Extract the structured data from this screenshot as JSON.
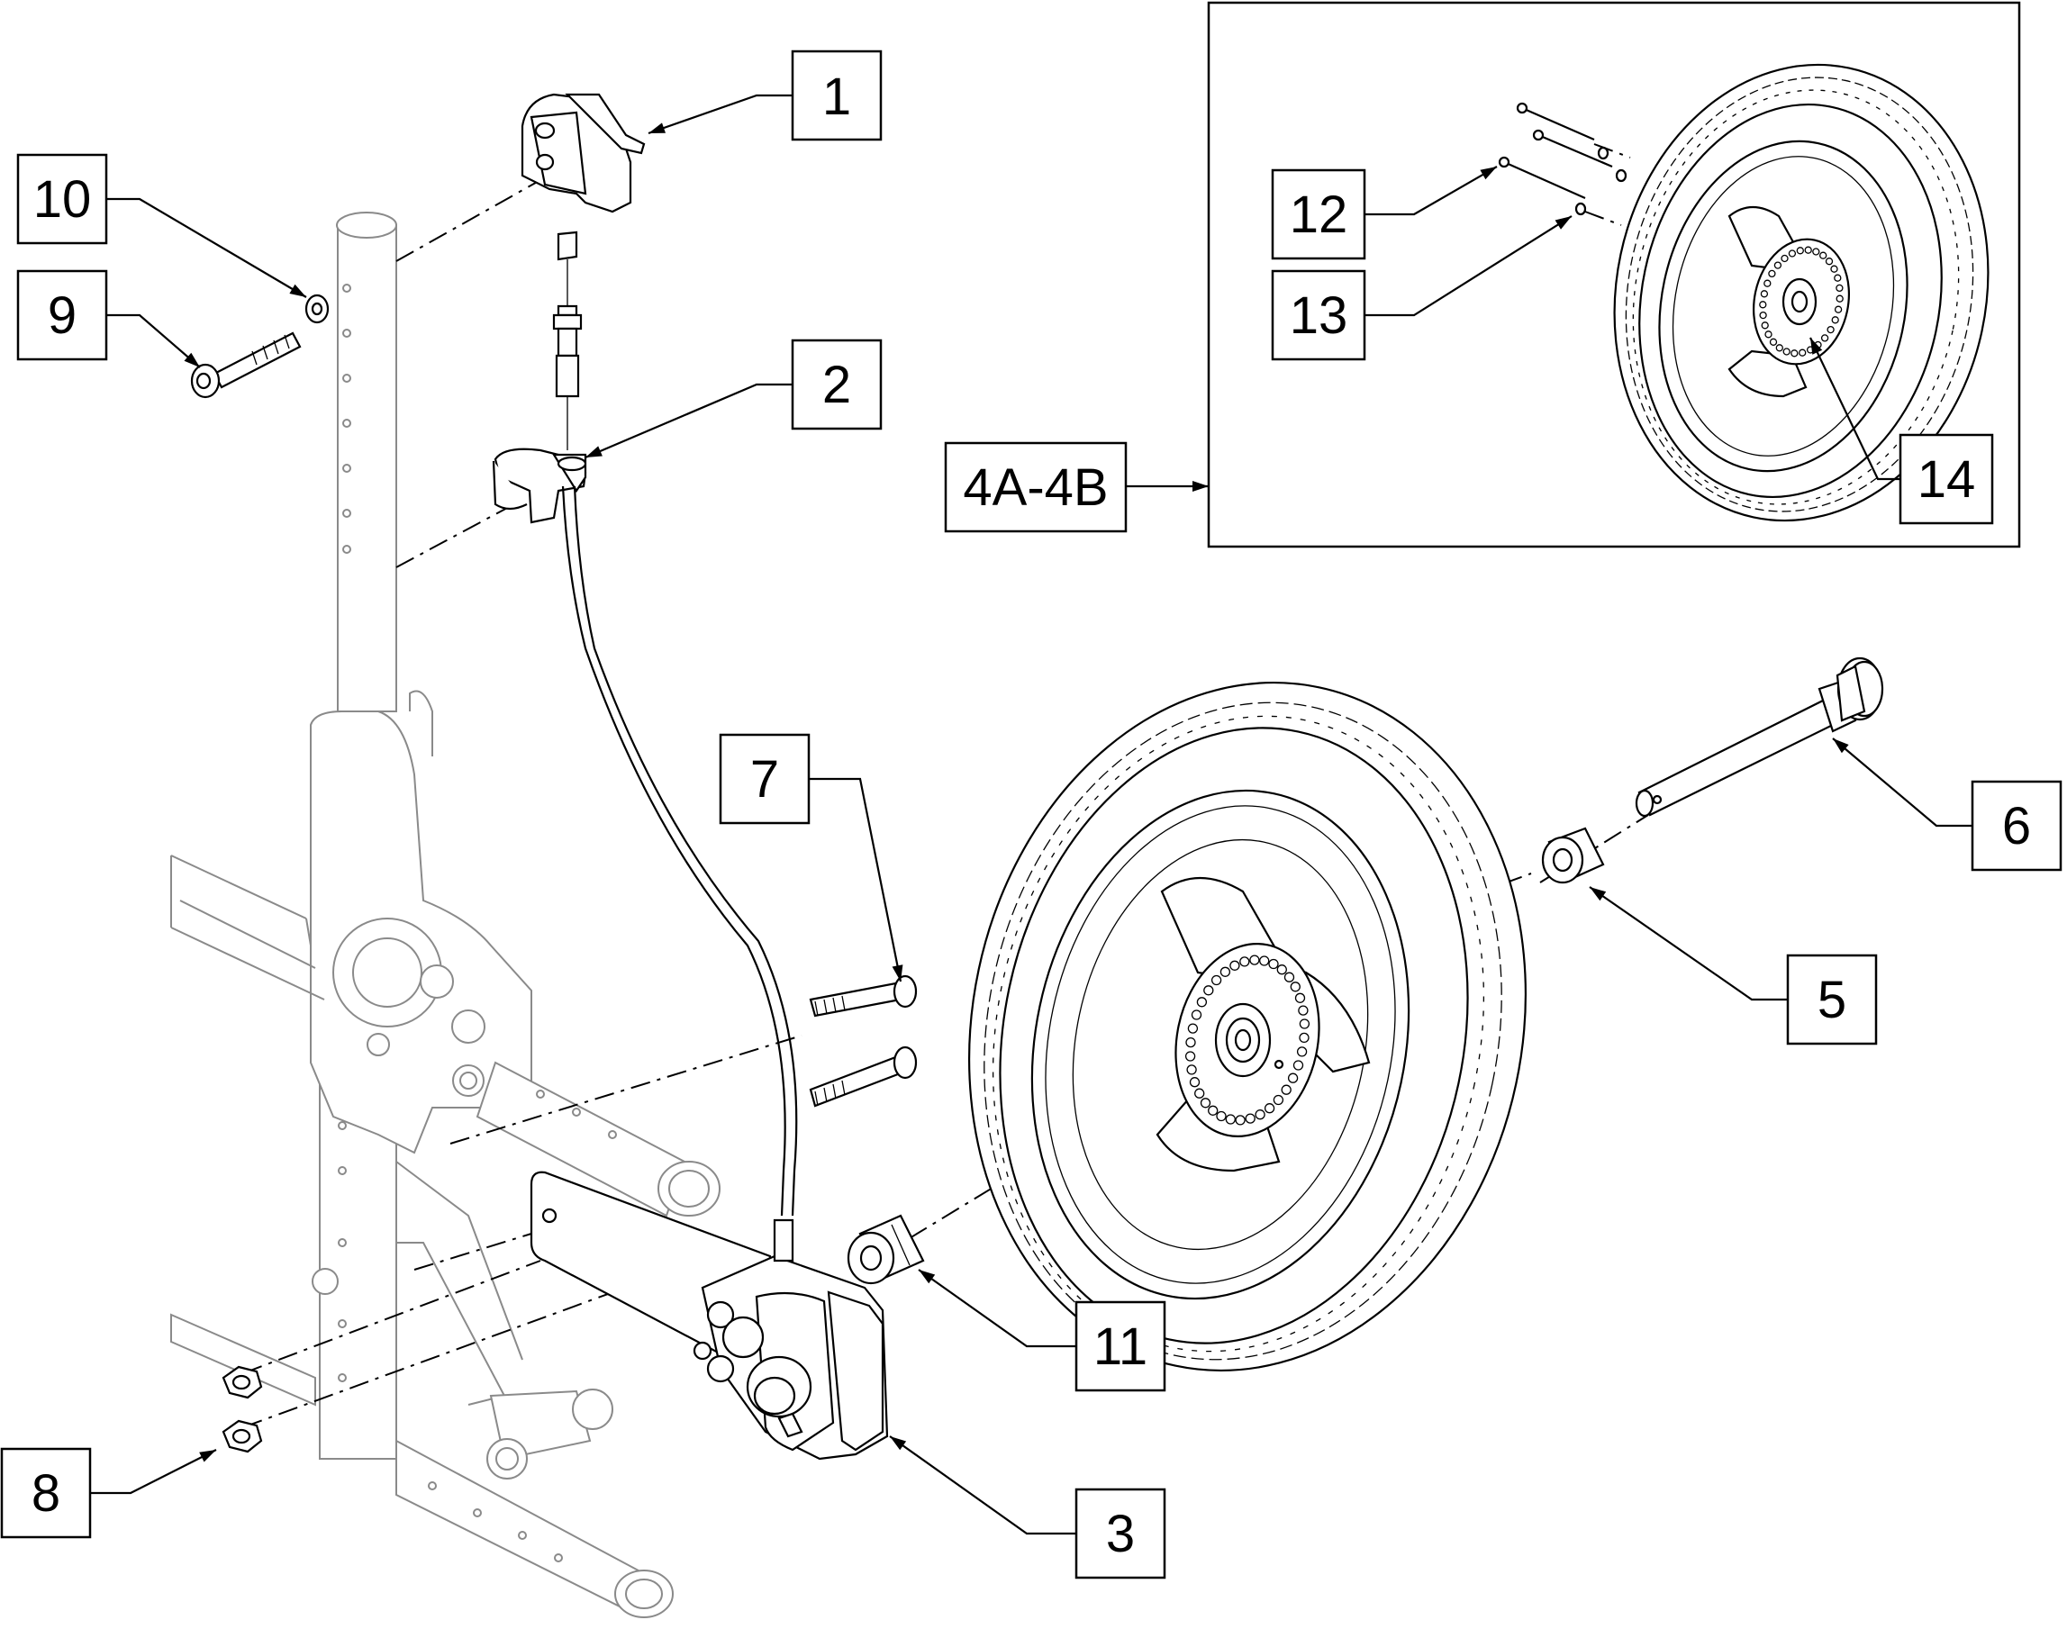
{
  "callouts": [
    {
      "id": "c1",
      "label": "1"
    },
    {
      "id": "c2",
      "label": "2"
    },
    {
      "id": "c3",
      "label": "3"
    },
    {
      "id": "c4",
      "label": "4A-4B"
    },
    {
      "id": "c5",
      "label": "5"
    },
    {
      "id": "c6",
      "label": "6"
    },
    {
      "id": "c7",
      "label": "7"
    },
    {
      "id": "c8",
      "label": "8"
    },
    {
      "id": "c9",
      "label": "9"
    },
    {
      "id": "c10",
      "label": "10"
    },
    {
      "id": "c11",
      "label": "11"
    },
    {
      "id": "c12",
      "label": "12"
    },
    {
      "id": "c13",
      "label": "13"
    },
    {
      "id": "c14",
      "label": "14"
    }
  ],
  "colors": {
    "line": "#000000",
    "frame": "#8a8a8a",
    "background": "#ffffff"
  },
  "icons": [
    "brake-lever-icon",
    "cable-clip-icon",
    "brake-housing-icon",
    "wheel-icon",
    "inset-wheel-icon",
    "spacer-icon",
    "axle-icon",
    "bolt-icon",
    "nut-icon",
    "washer-icon",
    "collar-icon",
    "frame-icon"
  ]
}
